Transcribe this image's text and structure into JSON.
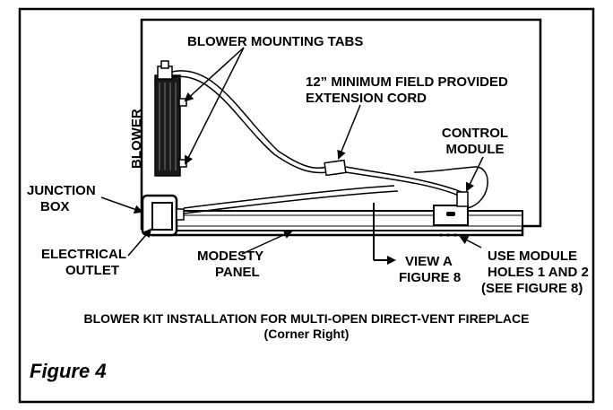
{
  "labels": {
    "blower_mounting_tabs": "BLOWER MOUNTING TABS",
    "extension_cord_line1": "12” MINIMUM FIELD PROVIDED",
    "extension_cord_line2": "EXTENSION CORD",
    "blower": "BLOWER",
    "control_module_line1": "CONTROL",
    "control_module_line2": "MODULE",
    "junction_box_line1": "JUNCTION",
    "junction_box_line2": "BOX",
    "electrical_outlet_line1": "ELECTRICAL",
    "electrical_outlet_line2": "OUTLET",
    "modesty_panel_line1": "MODESTY",
    "modesty_panel_line2": "PANEL",
    "view_a_line1": "VIEW A",
    "view_a_line2": "FIGURE 8",
    "use_module_line1": "USE MODULE",
    "use_module_line2": "HOLES 1 AND 2",
    "use_module_line3": "(SEE FIGURE 8)"
  },
  "caption": {
    "line1": "BLOWER KIT INSTALLATION FOR MULTI-OPEN DIRECT-VENT FIREPLACE",
    "line2": "(Corner Right)"
  },
  "figure_label": "Figure 4"
}
